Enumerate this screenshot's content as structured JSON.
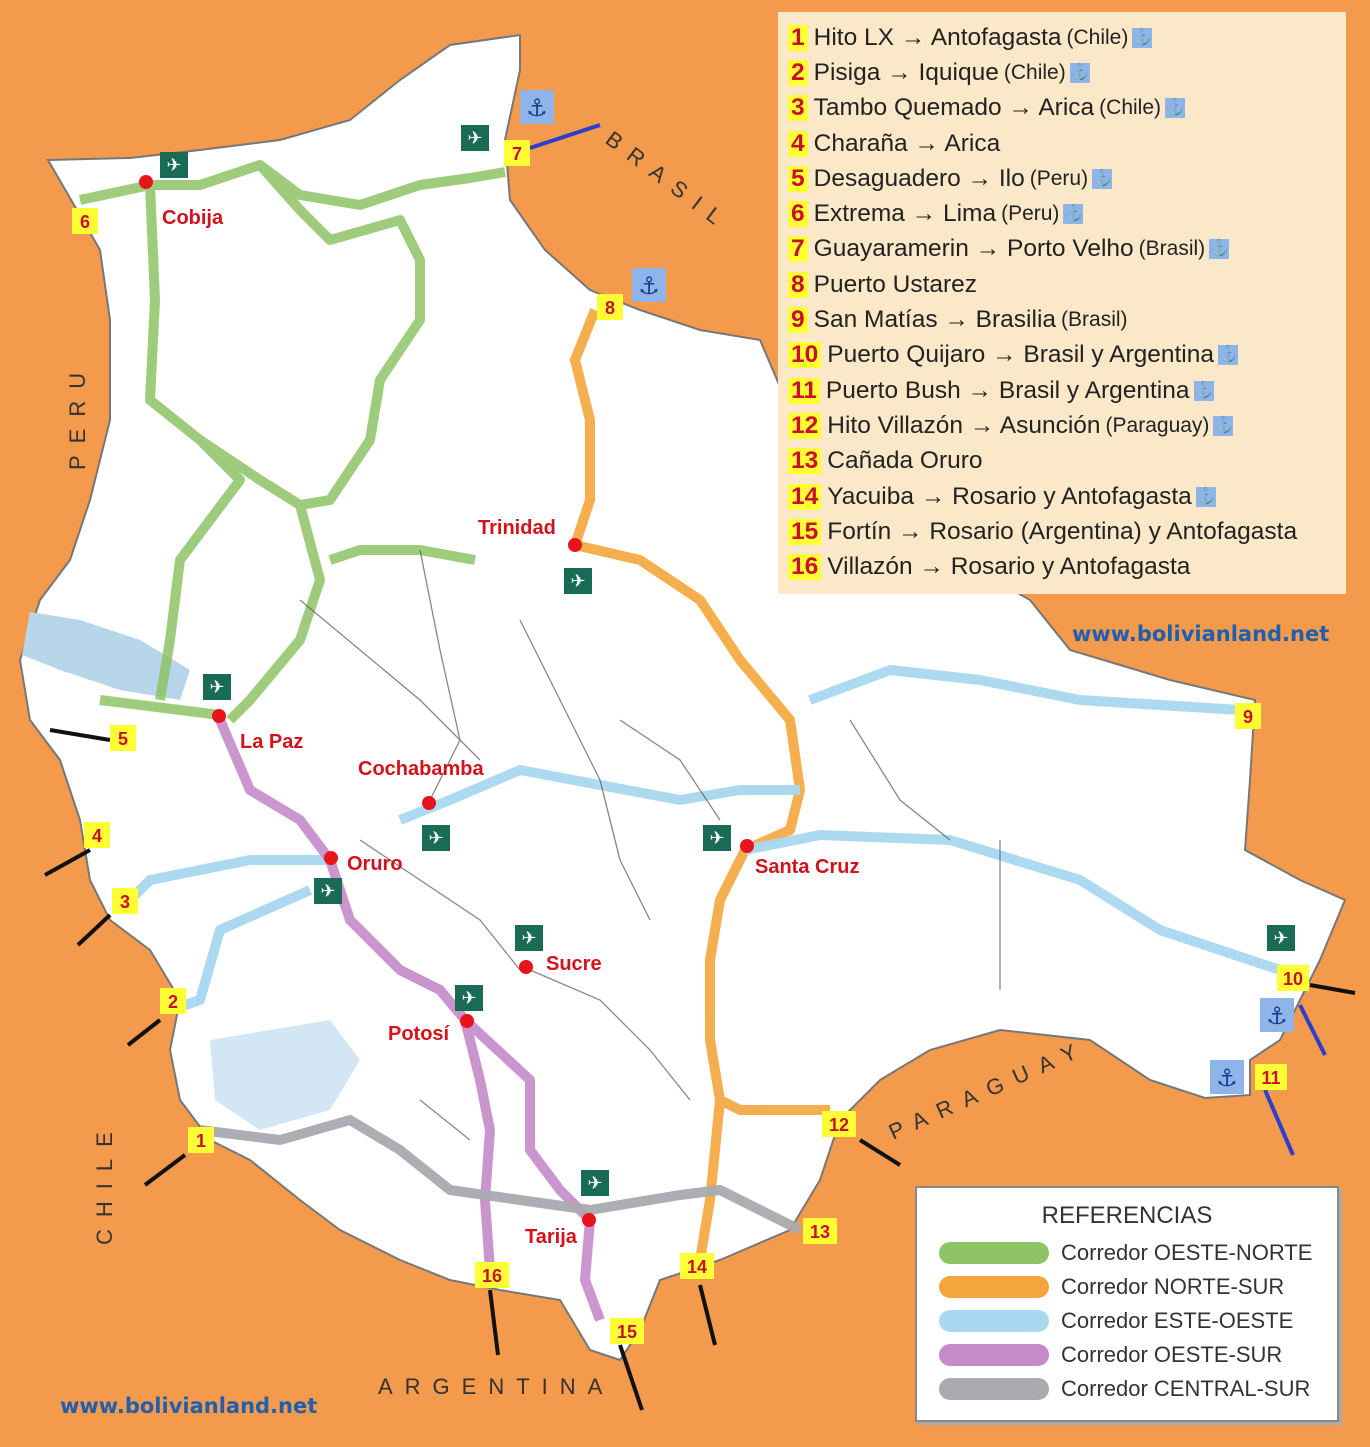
{
  "legend_routes": [
    {
      "num": "1",
      "text": "Hito LX → Antofagasta",
      "note": "(Chile)",
      "port": true
    },
    {
      "num": "2",
      "text": "Pisiga → Iquique",
      "note": "(Chile)",
      "port": true
    },
    {
      "num": "3",
      "text": "Tambo Quemado → Arica",
      "note": "(Chile)",
      "port": true
    },
    {
      "num": "4",
      "text": "Charaña → Arica",
      "note": "",
      "port": false
    },
    {
      "num": "5",
      "text": "Desaguadero → Ilo",
      "note": "(Peru)",
      "port": true
    },
    {
      "num": "6",
      "text": "Extrema → Lima",
      "note": "(Peru)",
      "port": true
    },
    {
      "num": "7",
      "text": "Guayaramerin → Porto Velho",
      "note": "(Brasil)",
      "port": true
    },
    {
      "num": "8",
      "text": "Puerto Ustarez",
      "note": "",
      "port": false
    },
    {
      "num": "9",
      "text": "San Matías → Brasilia",
      "note": "(Brasil)",
      "port": false
    },
    {
      "num": "10",
      "text": "Puerto Quijaro → Brasil y Argentina",
      "note": "",
      "port": true
    },
    {
      "num": "11",
      "text": "Puerto Bush → Brasil y Argentina",
      "note": "",
      "port": true
    },
    {
      "num": "12",
      "text": "Hito Villazón → Asunción",
      "note": "(Paraguay)",
      "port": true
    },
    {
      "num": "13",
      "text": "Cañada Oruro",
      "note": "",
      "port": false
    },
    {
      "num": "14",
      "text": "Yacuiba → Rosario y Antofagasta",
      "note": "",
      "port": true
    },
    {
      "num": "15",
      "text": "Fortín → Rosario (Argentina) y Antofagasta",
      "note": "",
      "port": false
    },
    {
      "num": "16",
      "text": "Villazón → Rosario y Antofagasta",
      "note": "",
      "port": false
    }
  ],
  "references": {
    "title": "REFERENCIAS",
    "items": [
      {
        "label": "Corredor OESTE-NORTE",
        "color": "#8ec466"
      },
      {
        "label": "Corredor NORTE-SUR",
        "color": "#f4a63c"
      },
      {
        "label": "Corredor ESTE-OESTE",
        "color": "#a9d8f0"
      },
      {
        "label": "Corredor OESTE-SUR",
        "color": "#c58ac8"
      },
      {
        "label": "Corredor CENTRAL-SUR",
        "color": "#a9aab0"
      }
    ]
  },
  "cities": {
    "cobija": "Cobija",
    "trinidad": "Trinidad",
    "lapaz": "La Paz",
    "cochabamba": "Cochabamba",
    "oruro": "Oruro",
    "santacruz": "Santa Cruz",
    "sucre": "Sucre",
    "potosi": "Potosí",
    "tarija": "Tarija"
  },
  "countries": {
    "peru": "PERU",
    "brasil": "BRASIL",
    "chile": "CHILE",
    "argentina": "ARGENTINA",
    "paraguay": "PARAGUAY"
  },
  "urls": {
    "top": "www.bolivianland.net",
    "bottom": "www.bolivianland.net"
  },
  "colors": {
    "sea_border": "#f39a4d",
    "land": "#ffffff",
    "city_red": "#d4121b",
    "badge": "#ffff33"
  }
}
